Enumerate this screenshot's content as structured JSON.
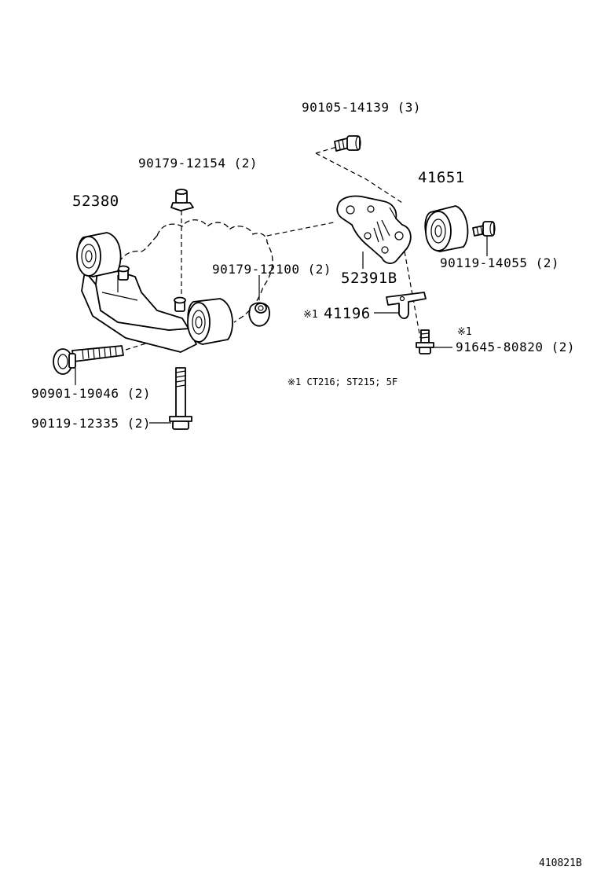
{
  "labels": {
    "bolt_top": "90105-14139 (3)",
    "nut_top_left": "90179-12154 (2)",
    "mount_front": "52380",
    "nut_mid": "90179-12100 (2)",
    "bracket": "52391B",
    "insulator_right": "41651",
    "bolt_right": "90119-14055 (2)",
    "hanger_mark": "※1",
    "hanger": "41196",
    "bolt_small_mark": "※1",
    "bolt_small": "91645-80820 (2)",
    "bolt_long": "90901-19046 (2)",
    "bolt_vertical": "90119-12335 (2)"
  },
  "footnote": "※1  CT216; ST215; 5F",
  "reference_code": "410821B"
}
